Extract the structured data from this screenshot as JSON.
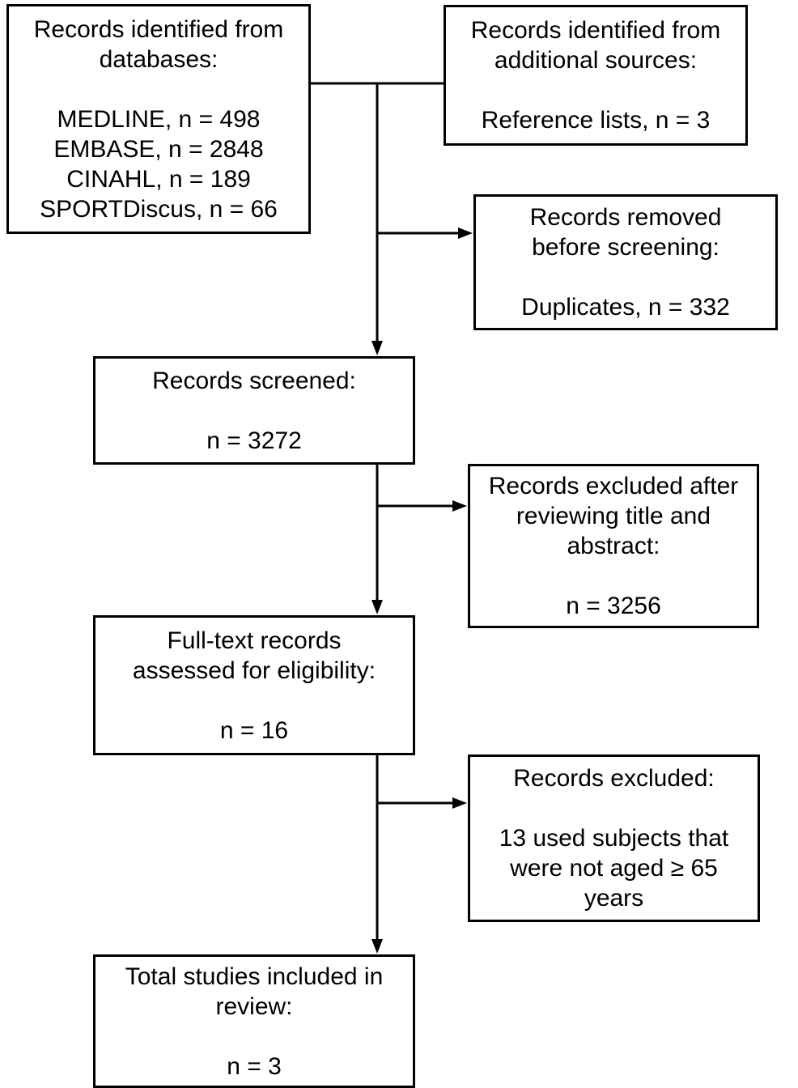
{
  "diagram": {
    "kind": "study-selection-flowchart",
    "colors": {
      "line": "#000000",
      "text": "#000000",
      "background": "#ffffff"
    },
    "boxes": {
      "identified_databases": {
        "lines": [
          "Records identified from",
          "databases:",
          "",
          "MEDLINE, n = 498",
          "EMBASE, n = 2848",
          "CINAHL, n = 189",
          "SPORTDiscus, n = 66"
        ]
      },
      "identified_additional": {
        "lines": [
          "Records identified from",
          "additional sources:",
          "",
          "Reference lists, n = 3"
        ]
      },
      "removed_before_screening": {
        "lines": [
          "Records removed",
          "before screening:",
          "",
          "Duplicates, n = 332"
        ]
      },
      "records_screened": {
        "lines": [
          "Records screened:",
          "",
          "n = 3272"
        ]
      },
      "excluded_title_abstract": {
        "lines": [
          "Records excluded after",
          "reviewing title and",
          "abstract:",
          "",
          "n = 3256"
        ]
      },
      "fulltext_assessed": {
        "lines": [
          "Full-text records",
          "assessed for eligibility:",
          "",
          "n = 16"
        ]
      },
      "records_excluded_fulltext": {
        "lines": [
          "Records excluded:",
          "",
          "13 used subjects that",
          "were not aged ≥ 65",
          "years"
        ]
      },
      "total_included": {
        "lines": [
          "Total studies included in",
          "review:",
          "",
          "n = 3"
        ]
      }
    }
  }
}
